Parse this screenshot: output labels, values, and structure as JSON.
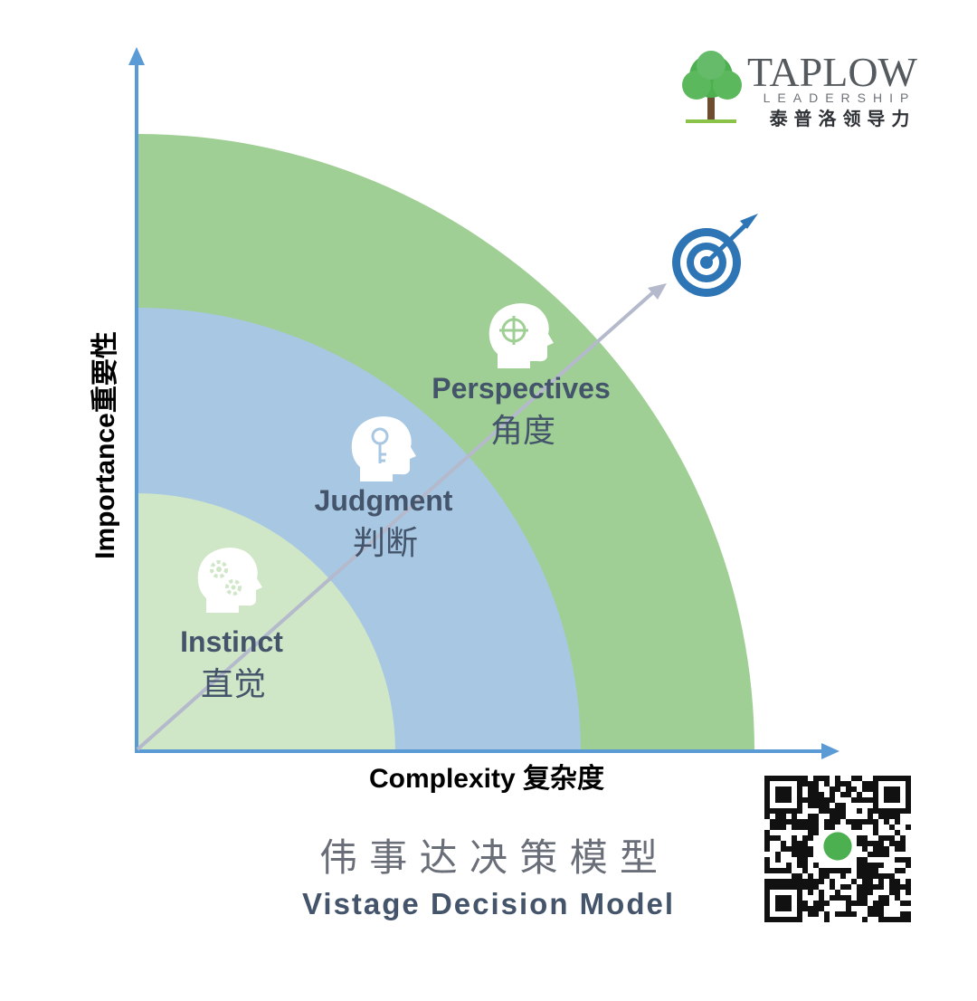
{
  "brand": {
    "name": "TAPLOW",
    "subtitle": "LEADERSHIP",
    "cn": "泰 普 洛 领 导 力"
  },
  "axes": {
    "y_label": "Importance重要性",
    "x_label": "Complexity 复杂度"
  },
  "zones": [
    {
      "en": "Instinct",
      "cn": "直觉",
      "color": "#cfe6c7",
      "icon": "gears-head-icon"
    },
    {
      "en": "Judgment",
      "cn": "判断",
      "color": "#a7c7e3",
      "icon": "key-head-icon"
    },
    {
      "en": "Perspectives",
      "cn": "角度",
      "color": "#9fcf94",
      "icon": "crosshair-head-icon"
    }
  ],
  "title": {
    "cn": "伟 事 达 决 策 模 型",
    "en": "Vistage Decision Model"
  },
  "colors": {
    "axis": "#5b9bd5",
    "label_dark": "#44546a",
    "arrow": "#b4b9cc",
    "target": "#2e75b6",
    "logo_green": "#4caf50"
  },
  "icons": {
    "target": "target-icon",
    "logo": "tree-icon",
    "qr": "qr-code-icon"
  }
}
